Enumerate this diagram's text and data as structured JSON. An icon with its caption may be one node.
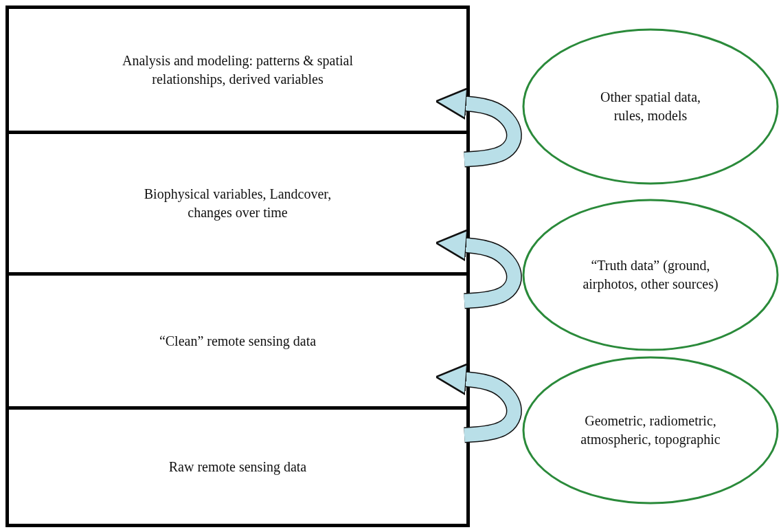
{
  "diagram": {
    "nodes": [
      {
        "text": [
          "Analysis and modeling: patterns & spatial relationships, derived variables"
        ]
      },
      {
        "text": [
          "Biophysical variables, Landcover, changes over time"
        ]
      },
      {
        "text": [
          "“Clean” remote sensing data"
        ]
      },
      {
        "text": [
          "Raw remote sensing data"
        ]
      },
      {
        "text": [
          "Other spatial data, rules, models"
        ]
      },
      {
        "text": [
          "“Truth data” (ground, airphotos, other sources)"
        ]
      },
      {
        "text": [
          "Geometric, radiometric, atmospheric, topographic"
        ]
      }
    ],
    "edges": [
      {
        "from": 1,
        "to": 0,
        "arrow": "to"
      },
      {
        "from": 2,
        "to": 1,
        "arrow": "to"
      },
      {
        "from": 3,
        "to": 2,
        "arrow": "to"
      }
    ]
  }
}
